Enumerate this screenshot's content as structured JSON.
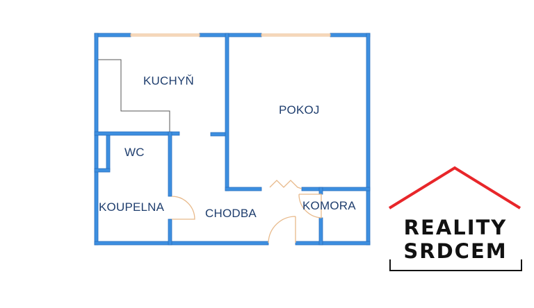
{
  "floor_plan": {
    "rooms": [
      {
        "id": "kitchen",
        "label": "KUCHYŇ"
      },
      {
        "id": "room",
        "label": "POKOJ"
      },
      {
        "id": "wc",
        "label": "WC"
      },
      {
        "id": "bathroom",
        "label": "KOUPELNA"
      },
      {
        "id": "hallway",
        "label": "CHODBA"
      },
      {
        "id": "storage",
        "label": "KOMORA"
      }
    ],
    "colors": {
      "wall": "#3d8fe0",
      "wall_outline": "#2a6fbf",
      "window": "#f2c9a0",
      "door": "#e8b98a",
      "label": "#1f3e6e"
    }
  },
  "logo": {
    "line1": "REALITY",
    "line2": "SRDCEM",
    "roof_color": "#e8262a",
    "text_color": "#111111"
  }
}
